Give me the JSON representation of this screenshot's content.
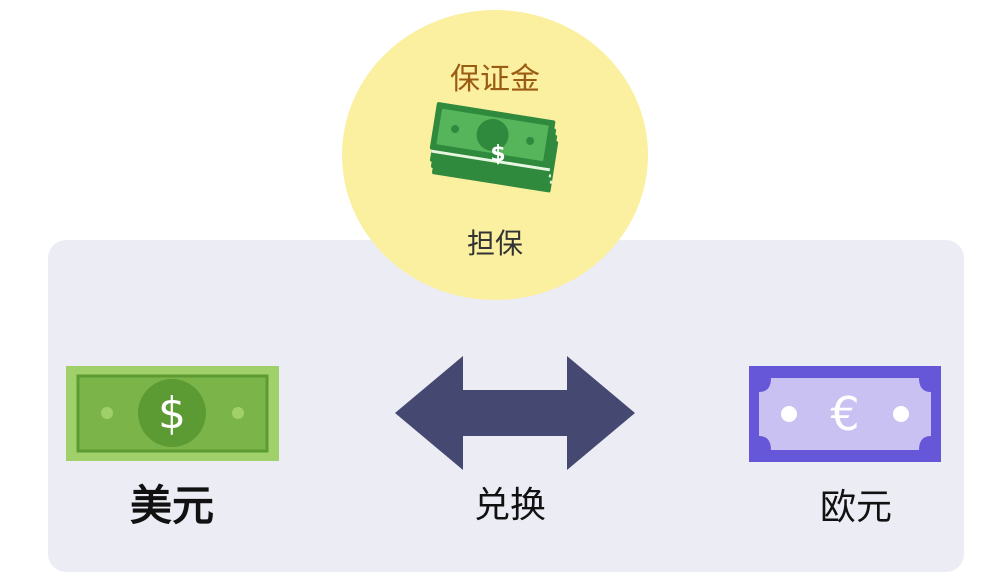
{
  "labels": {
    "margin": "保证金",
    "guarantee": "担保",
    "usd": "美元",
    "exchange": "兑换",
    "eur": "欧元"
  },
  "icons": {
    "cash_stack": "cash-stack-icon",
    "dollar_bill": "dollar-bill-icon",
    "euro_bill": "euro-bill-icon",
    "exchange_arrow": "double-arrow-icon"
  },
  "symbols": {
    "dollar": "$",
    "euro": "€"
  },
  "colors": {
    "panel_bg": "#ececf5",
    "circle_bg": "#fbefa0",
    "margin_text": "#9a5b12",
    "arrow": "#454870",
    "dollar_light": "#9fd06a",
    "dollar_mid": "#7bb54a",
    "dollar_dark": "#5c9a33",
    "cash_dark": "#2f8a3e",
    "cash_light": "#56b55b",
    "euro_dark": "#6656d8",
    "euro_light": "#c9c1f2"
  }
}
